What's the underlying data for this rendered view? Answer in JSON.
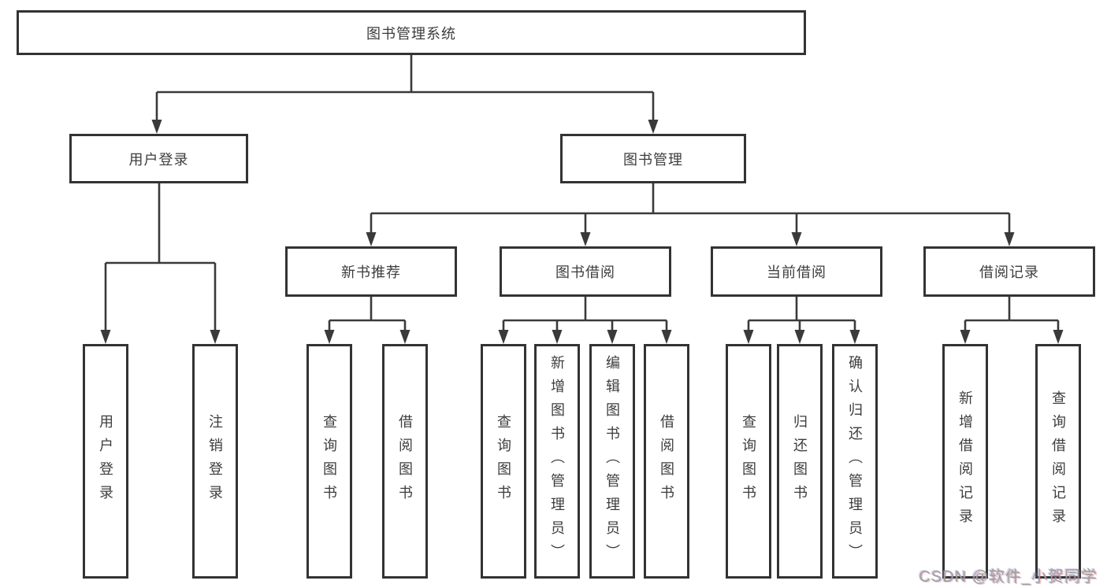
{
  "tree": {
    "root": {
      "label": "图书管理系统"
    },
    "branches": [
      {
        "label": "用户登录",
        "leaves": [
          {
            "label": "用户登录"
          },
          {
            "label": "注销登录"
          }
        ]
      },
      {
        "label": "图书管理",
        "sections": [
          {
            "label": "新书推荐",
            "leaves": [
              {
                "label": "查询图书"
              },
              {
                "label": "借阅图书"
              }
            ]
          },
          {
            "label": "图书借阅",
            "leaves": [
              {
                "label": "查询图书"
              },
              {
                "label": "新增图书（管理员）"
              },
              {
                "label": "编辑图书（管理员）"
              },
              {
                "label": "借阅图书"
              }
            ]
          },
          {
            "label": "当前借阅",
            "leaves": [
              {
                "label": "查询图书"
              },
              {
                "label": "归还图书"
              },
              {
                "label": "确认归还（管理员）"
              }
            ]
          },
          {
            "label": "借阅记录",
            "leaves": [
              {
                "label": "新增借阅记录"
              },
              {
                "label": "查询借阅记录"
              }
            ]
          }
        ]
      }
    ]
  },
  "watermark": {
    "text": "CSDN @软件_小贺同学"
  },
  "colors": {
    "line": "#3a3a3a",
    "border": "#333333",
    "text": "#3d3d3d",
    "background": "#ffffff",
    "watermark": "#9f9f9f"
  }
}
